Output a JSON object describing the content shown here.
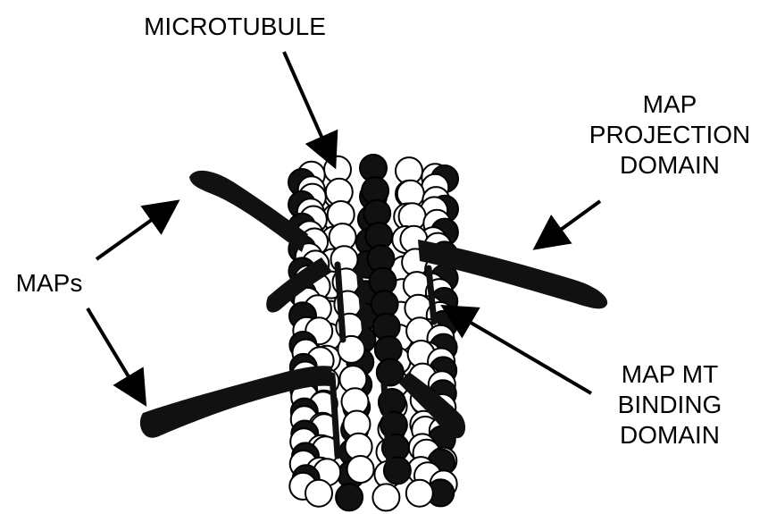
{
  "labels": {
    "microtubule": "MICROTUBULE",
    "map_projection_domain": [
      "MAP",
      "PROJECTION",
      "DOMAIN"
    ],
    "maps": "MAPs",
    "map_mt_binding_domain": [
      "MAP MT",
      "BINDING",
      "DOMAIN"
    ]
  },
  "colors": {
    "background": "#ffffff",
    "ink": "#000000",
    "tubulin_light": "#ffffff",
    "tubulin_dark": "#111111"
  }
}
